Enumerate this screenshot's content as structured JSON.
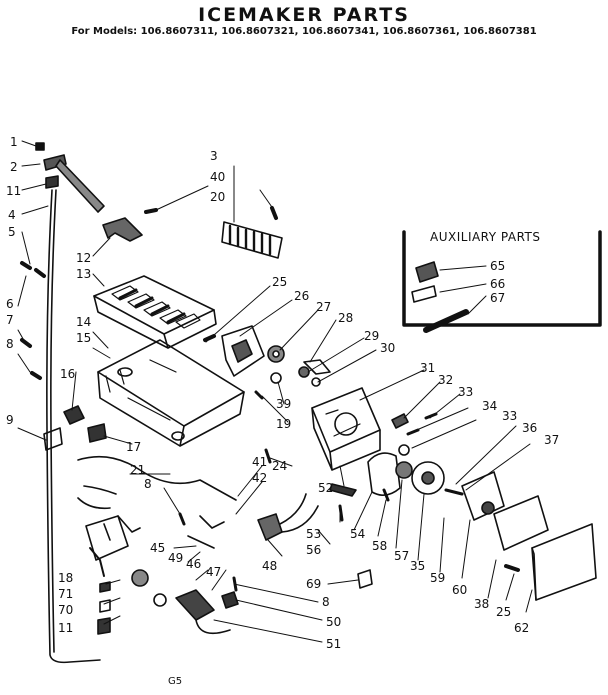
{
  "title": "ICEMAKER PARTS",
  "models": "For Models: 106.8607311, 106.8607321, 106.8607341, 106.8607361, 106.8607381",
  "auxiliary_title": "AUXILIARY PARTS",
  "footer": "G5",
  "callouts": [
    {
      "id": "c1",
      "text": "1"
    },
    {
      "id": "c2",
      "text": "2"
    },
    {
      "id": "c11a",
      "text": "11"
    },
    {
      "id": "c4",
      "text": "4"
    },
    {
      "id": "c5",
      "text": "5"
    },
    {
      "id": "c6",
      "text": "6"
    },
    {
      "id": "c7",
      "text": "7"
    },
    {
      "id": "c8a",
      "text": "8"
    },
    {
      "id": "c9",
      "text": "9"
    },
    {
      "id": "c12",
      "text": "12"
    },
    {
      "id": "c13",
      "text": "13"
    },
    {
      "id": "c14",
      "text": "14"
    },
    {
      "id": "c15",
      "text": "15"
    },
    {
      "id": "c16",
      "text": "16"
    },
    {
      "id": "c17",
      "text": "17"
    },
    {
      "id": "c3",
      "text": "3"
    },
    {
      "id": "c40",
      "text": "40"
    },
    {
      "id": "c20",
      "text": "20"
    },
    {
      "id": "c25a",
      "text": "25"
    },
    {
      "id": "c26",
      "text": "26"
    },
    {
      "id": "c27",
      "text": "27"
    },
    {
      "id": "c28",
      "text": "28"
    },
    {
      "id": "c29",
      "text": "29"
    },
    {
      "id": "c30",
      "text": "30"
    },
    {
      "id": "c31",
      "text": "31"
    },
    {
      "id": "c32",
      "text": "32"
    },
    {
      "id": "c33a",
      "text": "33"
    },
    {
      "id": "c34",
      "text": "34"
    },
    {
      "id": "c33b",
      "text": "33"
    },
    {
      "id": "c36",
      "text": "36"
    },
    {
      "id": "c37",
      "text": "37"
    },
    {
      "id": "c39",
      "text": "39"
    },
    {
      "id": "c19",
      "text": "19"
    },
    {
      "id": "c24",
      "text": "24"
    },
    {
      "id": "c21",
      "text": "21"
    },
    {
      "id": "c41",
      "text": "41"
    },
    {
      "id": "c42",
      "text": "42"
    },
    {
      "id": "c8b",
      "text": "8"
    },
    {
      "id": "c45",
      "text": "45"
    },
    {
      "id": "c49",
      "text": "49"
    },
    {
      "id": "c46",
      "text": "46"
    },
    {
      "id": "c47",
      "text": "47"
    },
    {
      "id": "c18",
      "text": "18"
    },
    {
      "id": "c71",
      "text": "71"
    },
    {
      "id": "c70",
      "text": "70"
    },
    {
      "id": "c11b",
      "text": "11"
    },
    {
      "id": "c52",
      "text": "52"
    },
    {
      "id": "c53",
      "text": "53"
    },
    {
      "id": "c56",
      "text": "56"
    },
    {
      "id": "c48",
      "text": "48"
    },
    {
      "id": "c54",
      "text": "54"
    },
    {
      "id": "c58",
      "text": "58"
    },
    {
      "id": "c57",
      "text": "57"
    },
    {
      "id": "c35",
      "text": "35"
    },
    {
      "id": "c59",
      "text": "59"
    },
    {
      "id": "c60",
      "text": "60"
    },
    {
      "id": "c38",
      "text": "38"
    },
    {
      "id": "c25b",
      "text": "25"
    },
    {
      "id": "c62",
      "text": "62"
    },
    {
      "id": "c69",
      "text": "69"
    },
    {
      "id": "c8c",
      "text": "8"
    },
    {
      "id": "c50",
      "text": "50"
    },
    {
      "id": "c51",
      "text": "51"
    },
    {
      "id": "c65",
      "text": "65"
    },
    {
      "id": "c66",
      "text": "66"
    },
    {
      "id": "c67",
      "text": "67"
    }
  ]
}
